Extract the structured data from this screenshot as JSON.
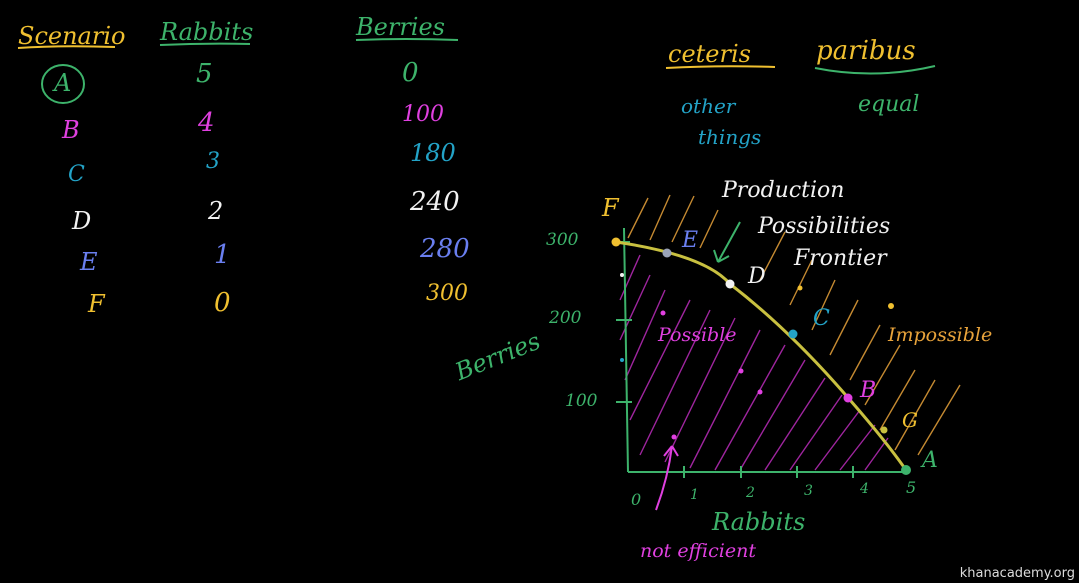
{
  "colors": {
    "green": "#3db36b",
    "magenta": "#e040e0",
    "teal": "#23a3c7",
    "white": "#f2f2f2",
    "blue": "#6a7ff0",
    "yellow": "#f0c030",
    "orange": "#e8a33b",
    "gray": "#9aa3b8"
  },
  "table": {
    "headers": {
      "scenario": "Scenario",
      "rabbits": "Rabbits",
      "berries": "Berries"
    },
    "rows": [
      {
        "scenario": "A",
        "rabbits": "5",
        "berries": "0",
        "color": "#3db36b"
      },
      {
        "scenario": "B",
        "rabbits": "4",
        "berries": "100",
        "color": "#e040e0"
      },
      {
        "scenario": "C",
        "rabbits": "3",
        "berries": "180",
        "color": "#23a3c7"
      },
      {
        "scenario": "D",
        "rabbits": "2",
        "berries": "240",
        "color": "#f2f2f2"
      },
      {
        "scenario": "E",
        "rabbits": "1",
        "berries": "280",
        "color": "#6a7ff0"
      },
      {
        "scenario": "F",
        "rabbits": "0",
        "berries": "300",
        "color": "#f0c030"
      }
    ]
  },
  "notes": {
    "ceteris": "ceteris",
    "paribus": "paribus",
    "other": "other",
    "things": "things",
    "equal": "equal"
  },
  "graph": {
    "title_line1": "Production",
    "title_line2": "Possibilities",
    "title_line3": "Frontier",
    "y_axis_label": "Berries",
    "x_axis_label": "Rabbits",
    "y_ticks": [
      "300",
      "200",
      "100"
    ],
    "x_ticks": [
      "0",
      "1",
      "2",
      "3",
      "4",
      "5"
    ],
    "possible_label": "Possible",
    "impossible_label": "Impossible",
    "not_efficient": "not efficient",
    "point_labels": {
      "A": "A",
      "B": "B",
      "C": "C",
      "D": "D",
      "E": "E",
      "F": "F",
      "G": "G"
    }
  },
  "watermark": "khanacademy.org"
}
